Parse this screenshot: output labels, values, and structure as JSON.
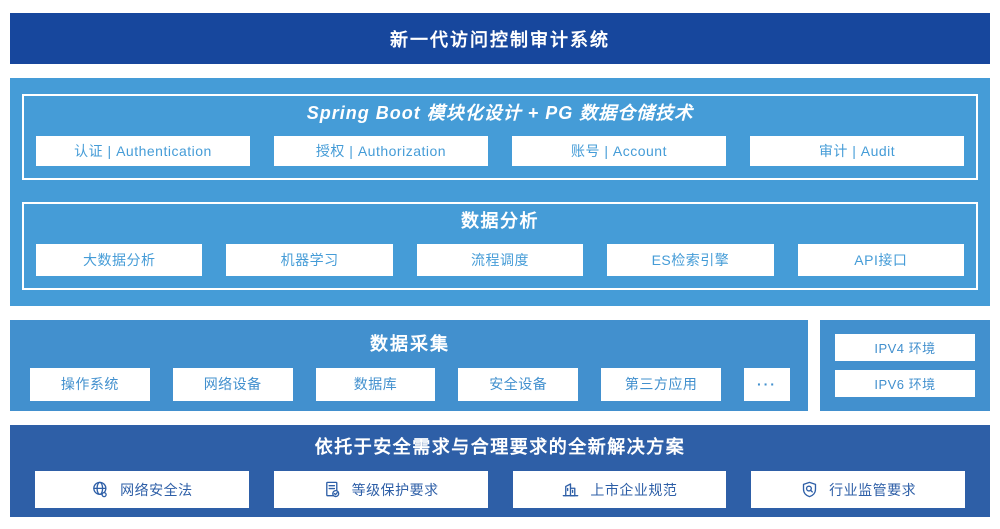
{
  "colors": {
    "header-bg": "#17479D",
    "light-bg": "#459CD7",
    "collection-bg": "#4290CE",
    "footer-bg": "#2E5FA7",
    "light-text": "#459CD7",
    "collection-text": "#4290CE",
    "footer-text": "#2E5FA7",
    "box-bg": "#FFFFFF"
  },
  "header": {
    "title": "新一代访问控制审计系统"
  },
  "platform": {
    "modules": {
      "title": "Spring Boot 模块化设计 + PG 数据仓储技术",
      "items": [
        "认证 | Authentication",
        "授权 | Authorization",
        "账号 | Account",
        "审计 | Audit"
      ]
    },
    "analysis": {
      "title": "数据分析",
      "items": [
        "大数据分析",
        "机器学习",
        "流程调度",
        "ES检索引擎",
        "API接口"
      ]
    }
  },
  "collection": {
    "title": "数据采集",
    "items": [
      "操作系统",
      "网络设备",
      "数据库",
      "安全设备",
      "第三方应用",
      "···"
    ]
  },
  "environments": {
    "items": [
      "IPV4 环境",
      "IPV6 环境"
    ]
  },
  "footer": {
    "title": "依托于安全需求与合理要求的全新解决方案",
    "items": [
      {
        "icon": "globe-icon",
        "label": "网络安全法"
      },
      {
        "icon": "document-check-icon",
        "label": "等级保护要求"
      },
      {
        "icon": "building-icon",
        "label": "上市企业规范"
      },
      {
        "icon": "shield-search-icon",
        "label": "行业监管要求"
      }
    ]
  }
}
